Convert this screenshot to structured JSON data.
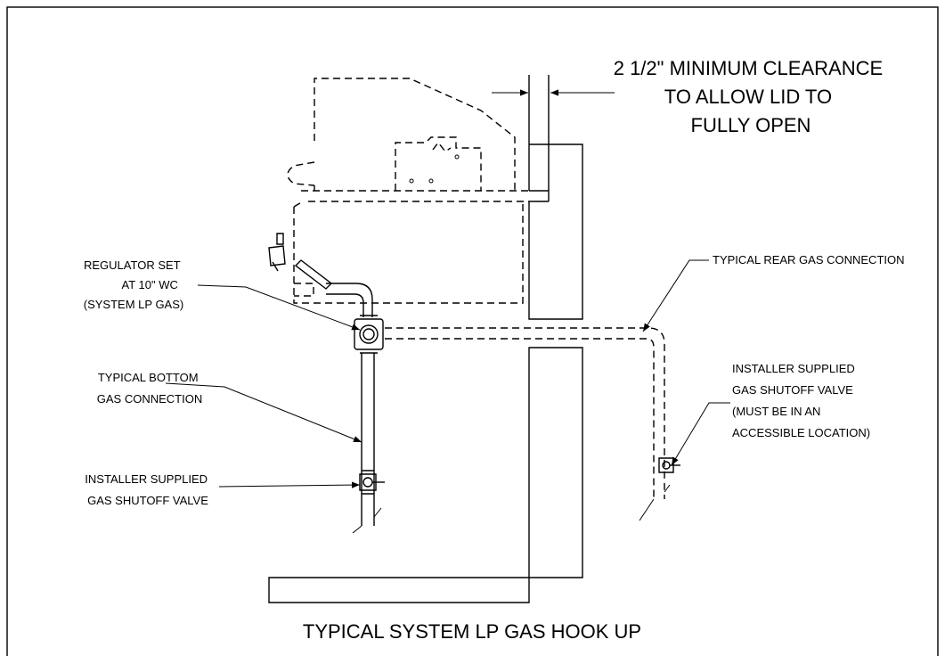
{
  "callouts": {
    "clearance": [
      "2 1/2\" MINIMUM CLEARANCE",
      "TO ALLOW LID TO",
      "FULLY OPEN"
    ],
    "regulator": [
      "REGULATOR SET",
      "AT 10\" WC",
      "(SYSTEM LP GAS)"
    ],
    "bottom_connection": [
      "TYPICAL BOTTOM",
      "GAS CONNECTION"
    ],
    "bottom_valve": [
      "INSTALLER SUPPLIED",
      "GAS SHUTOFF VALVE"
    ],
    "rear_connection": "TYPICAL REAR GAS CONNECTION",
    "rear_valve": [
      "INSTALLER SUPPLIED",
      "GAS SHUTOFF VALVE",
      "(MUST BE IN AN",
      "ACCESSIBLE LOCATION)"
    ]
  },
  "title": "TYPICAL SYSTEM LP GAS HOOK UP"
}
